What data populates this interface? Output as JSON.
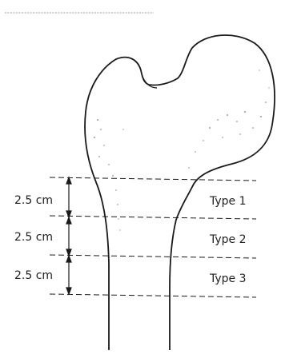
{
  "diagram": {
    "measurements": [
      {
        "label": "2.5 cm"
      },
      {
        "label": "2.5 cm"
      },
      {
        "label": "2.5 cm"
      }
    ],
    "zones": [
      {
        "label": "Type 1"
      },
      {
        "label": "Type 2"
      },
      {
        "label": "Type 3"
      }
    ],
    "colors": {
      "ink": "#1a1a1a",
      "stipple": "#777777",
      "background": "#ffffff"
    }
  }
}
